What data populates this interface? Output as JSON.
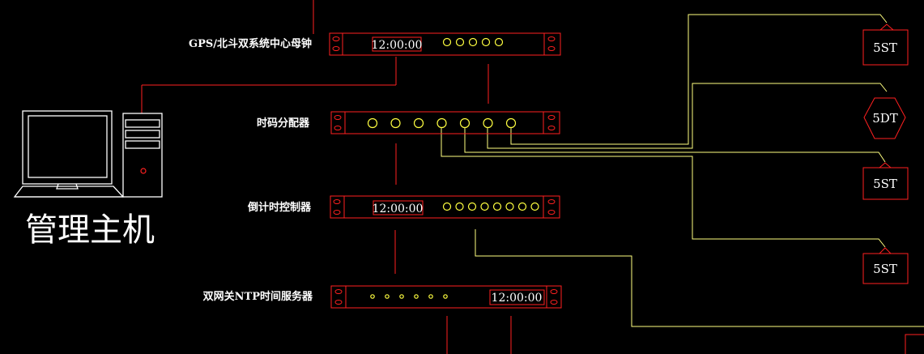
{
  "host": {
    "label": "管理主机"
  },
  "devices": {
    "master_clock": {
      "label": "GPS/北斗双系统中心母钟",
      "time": "12:00:00",
      "ports": 5
    },
    "distributor": {
      "label": "时码分配器",
      "ports": 7
    },
    "countdown": {
      "label": "倒计时控制器",
      "time": "12:00:00",
      "ports": 8
    },
    "ntp_server": {
      "label": "双网关NTP时间服务器",
      "time": "12:00:00",
      "ports": 6
    }
  },
  "nodes": [
    {
      "label": "5ST"
    },
    {
      "label": "5DT"
    },
    {
      "label": "5ST"
    },
    {
      "label": "5ST"
    }
  ],
  "colors": {
    "frame": "#ff2020",
    "port": "#ffff40",
    "wire_yellow": "#ffff80",
    "text": "#ffffff",
    "background": "#000000"
  }
}
